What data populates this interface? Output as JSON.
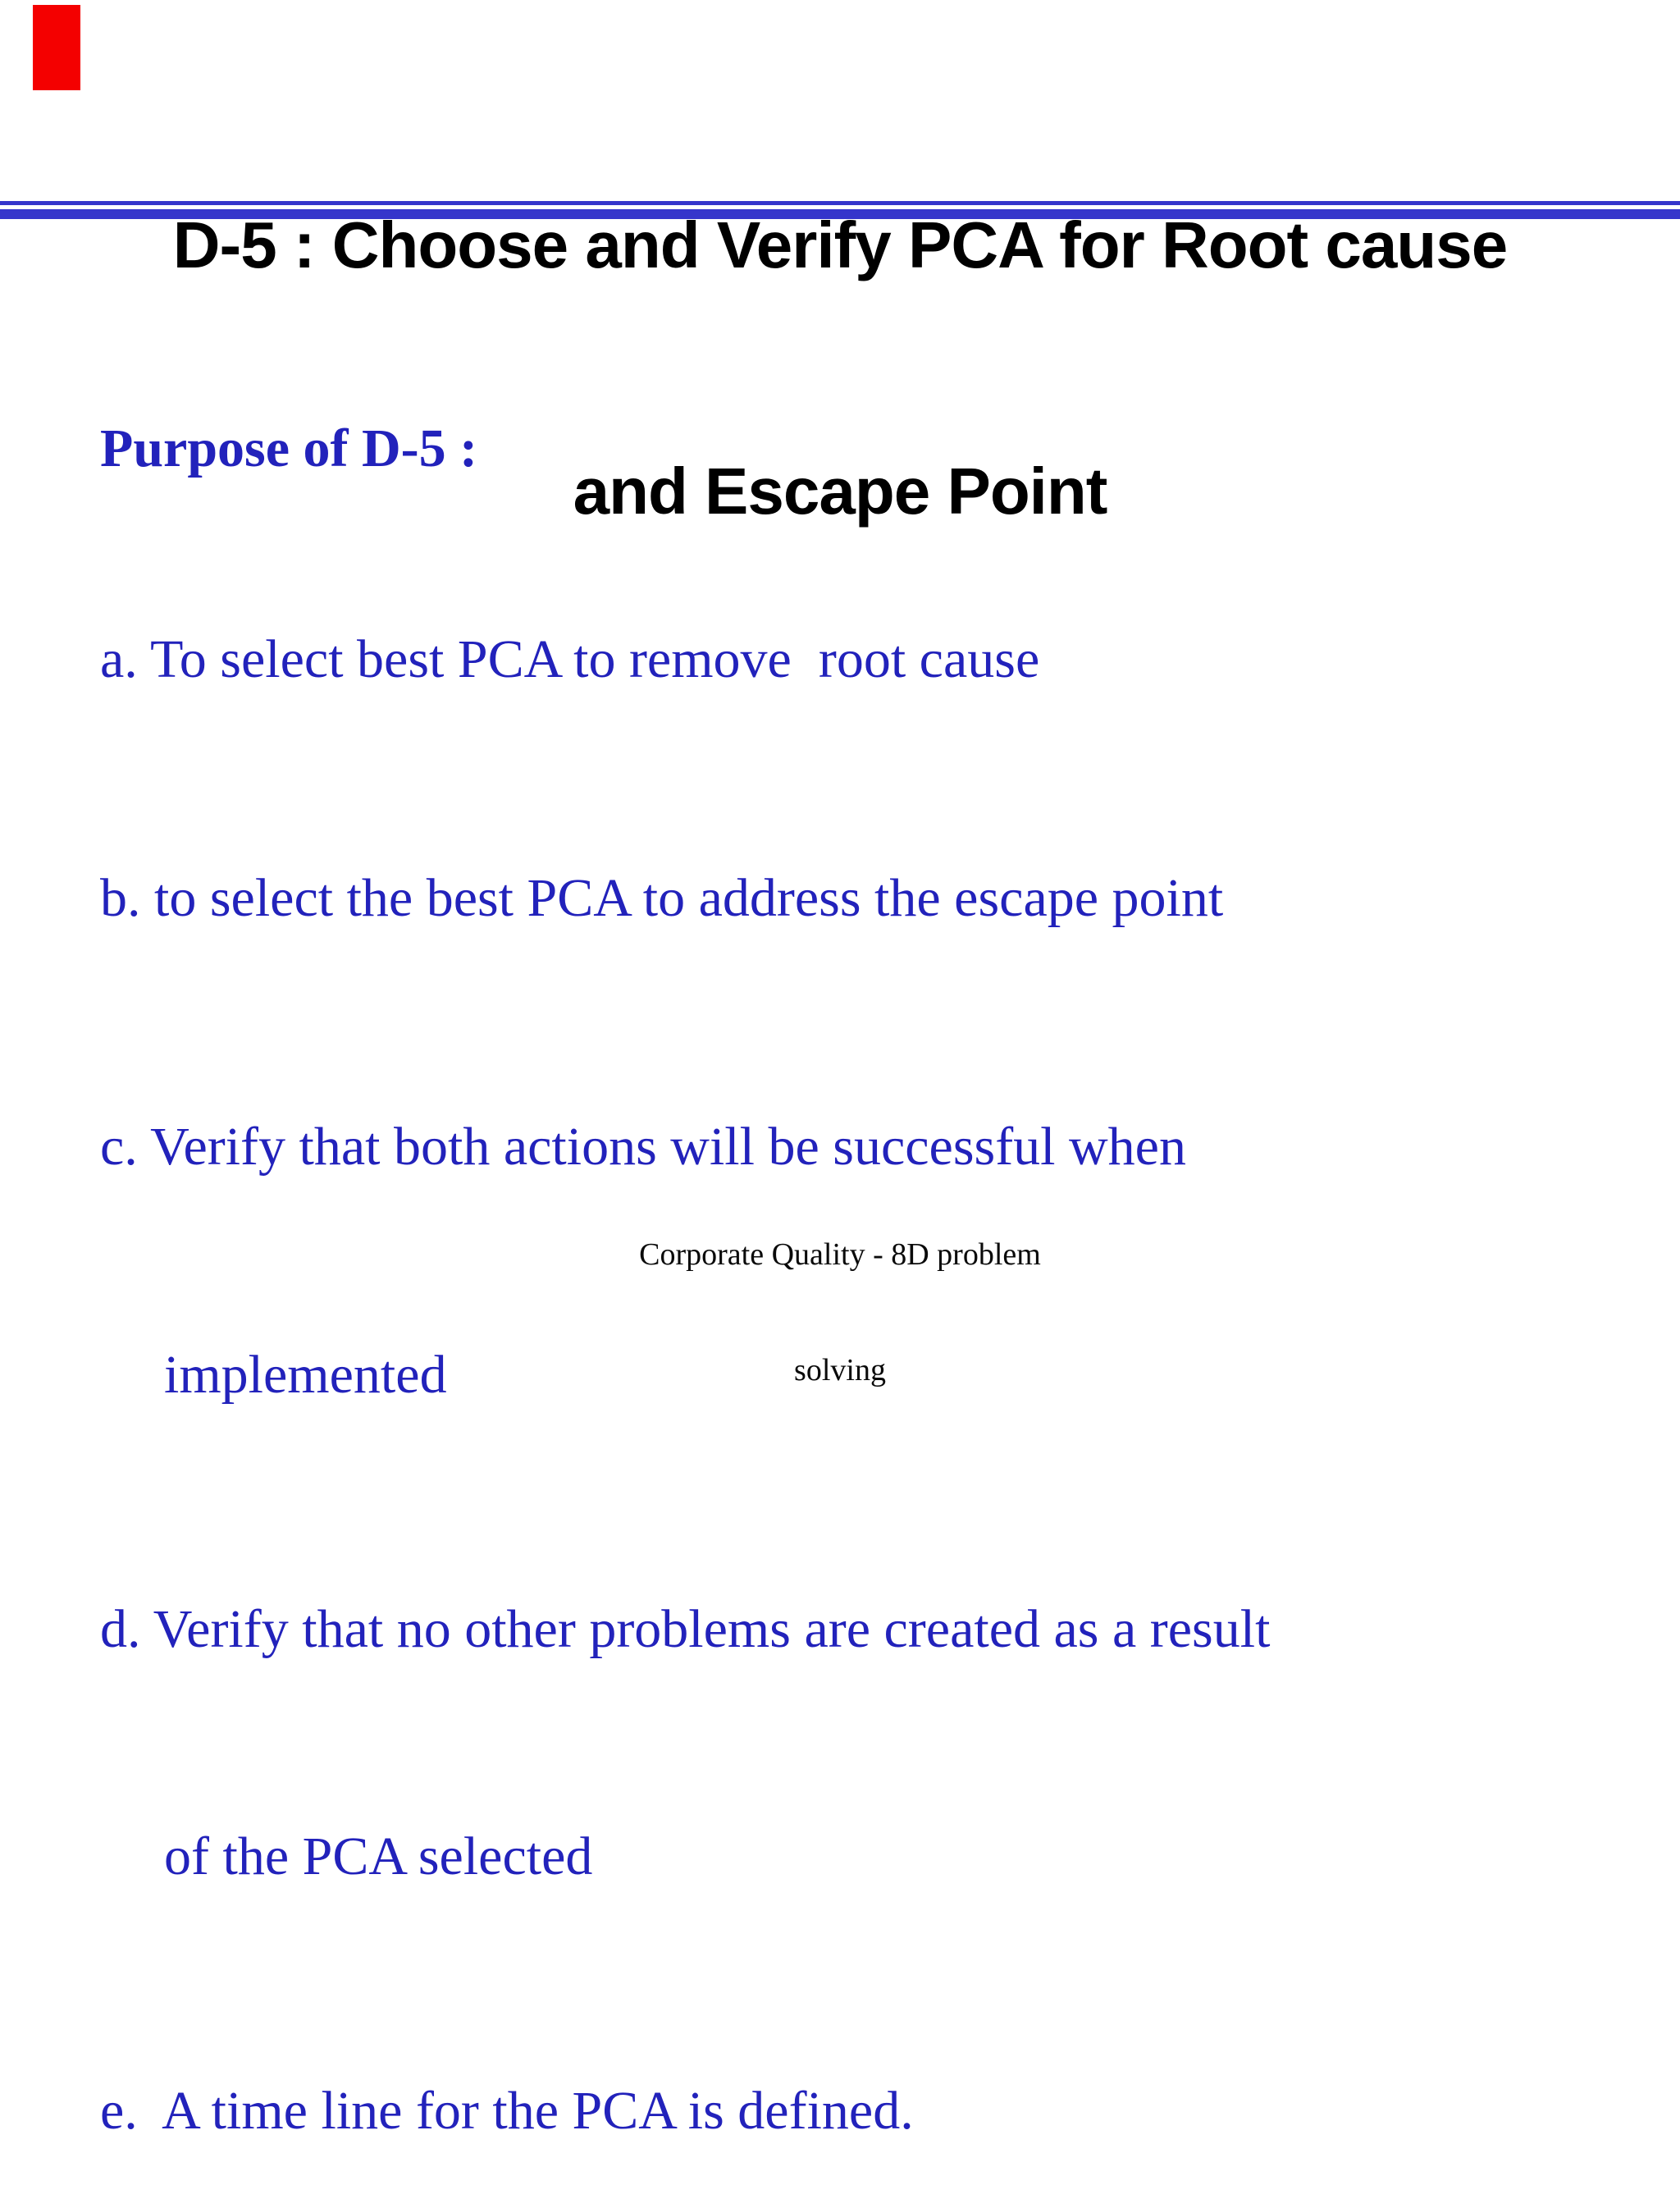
{
  "slide": {
    "title": {
      "line1": "D-5 : Choose and Verify PCA for Root cause",
      "line2": "and Escape Point"
    },
    "body": {
      "heading": "Purpose of D-5 :",
      "items": [
        {
          "lines": [
            "a. To select best PCA to remove  root cause"
          ]
        },
        {
          "lines": [
            "b. to select the best PCA to address the escape point"
          ]
        },
        {
          "lines": [
            "c. Verify that both actions will be successful when",
            "implemented"
          ]
        },
        {
          "lines": [
            "d. Verify that no other problems are created as a result",
            "of the PCA selected"
          ]
        },
        {
          "lines": [
            "e.  A time line for the PCA is defined."
          ]
        }
      ]
    },
    "footer": {
      "line1": "Corporate Quality - 8D problem",
      "line2": "solving"
    },
    "colors": {
      "background": "#ffffff",
      "title": "#000000",
      "body_text": "#2222bb",
      "double_rule": "#3535cb",
      "footer": "#0a0a0a",
      "red_accent_bar": "#f40000"
    }
  }
}
